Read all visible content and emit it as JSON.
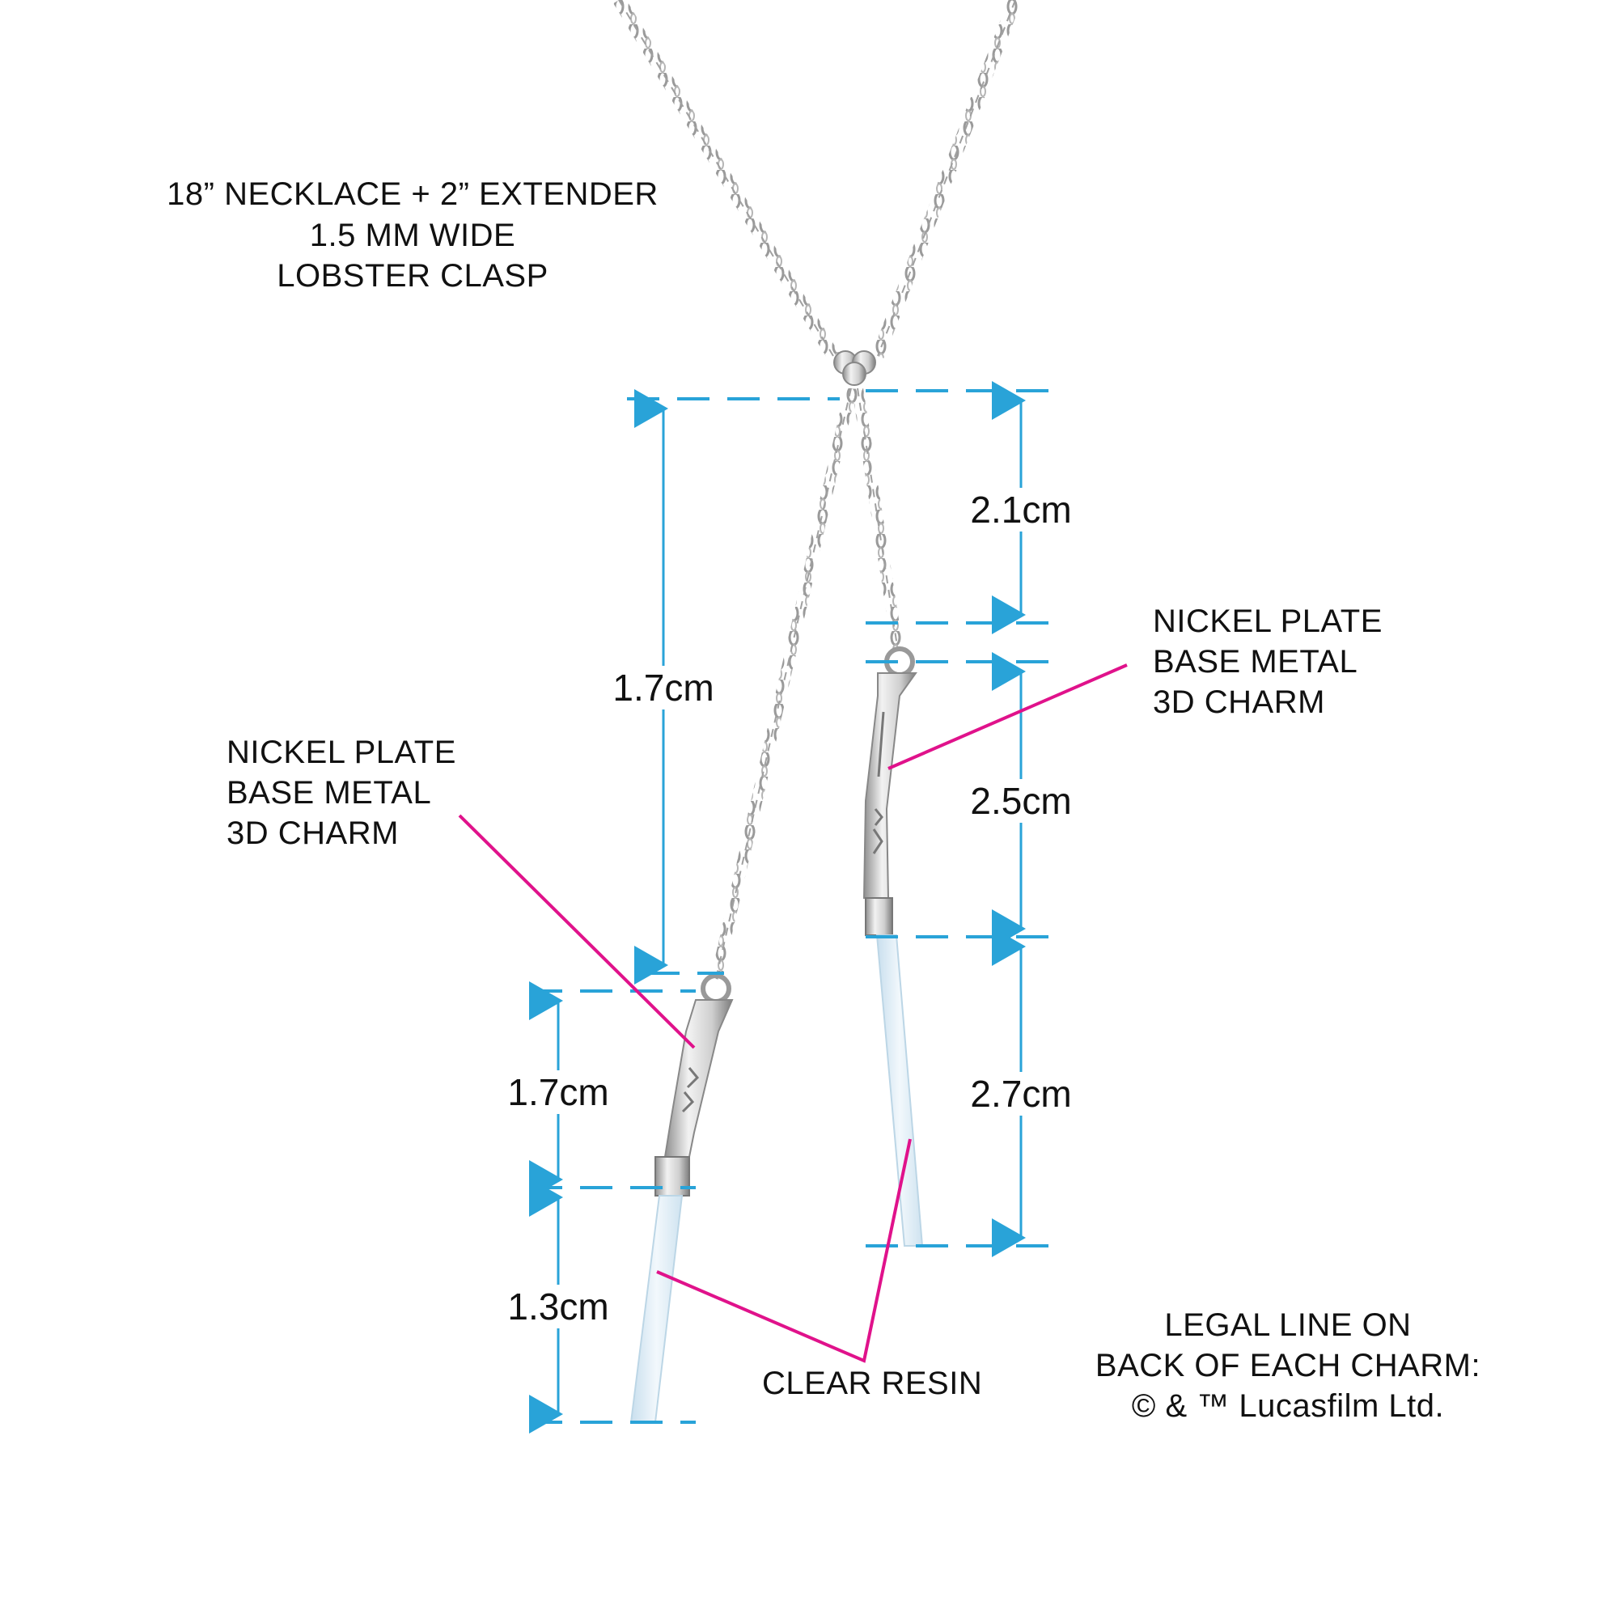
{
  "specs": {
    "line1": "18” NECKLACE + 2” EXTENDER",
    "line2": "1.5 MM WIDE",
    "line3": "LOBSTER CLASP"
  },
  "left_charm_label": {
    "line1": "NICKEL PLATE",
    "line2": "BASE METAL",
    "line3": "3D CHARM"
  },
  "right_charm_label": {
    "line1": "NICKEL PLATE",
    "line2": "BASE METAL",
    "line3": "3D CHARM"
  },
  "resin_label": "CLEAR RESIN",
  "legal": {
    "line1": "LEGAL LINE ON",
    "line2": "BACK OF EACH CHARM:",
    "line3": "© & ™ Lucasfilm Ltd."
  },
  "dimensions": {
    "left_chain": "1.7cm",
    "left_hilt": "1.7cm",
    "left_blade": "1.3cm",
    "right_chain": "2.1cm",
    "right_hilt": "2.5cm",
    "right_blade": "2.7cm"
  },
  "colors": {
    "dimension_line": "#29a3d8",
    "callout_line": "#e0128b",
    "chain": "#9a9a9a",
    "metal": "#c8c8c8",
    "resin": "#dcecf6"
  }
}
